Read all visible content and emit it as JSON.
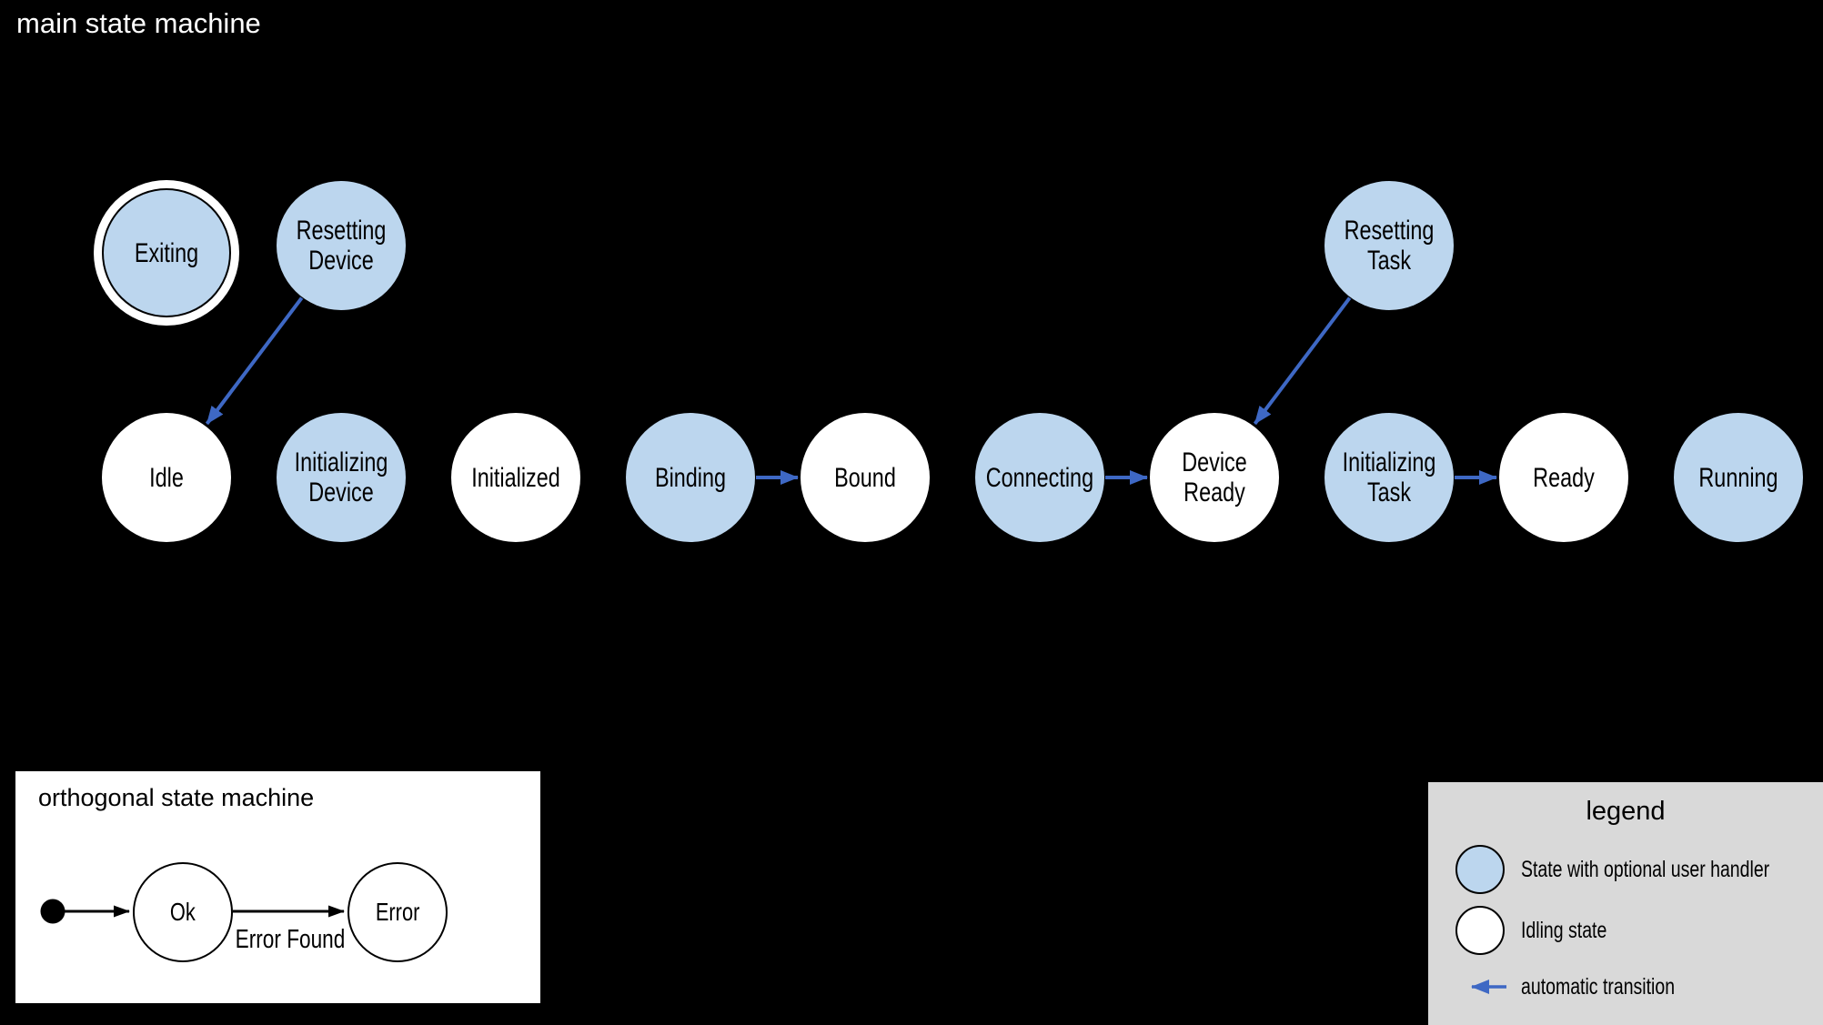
{
  "colors": {
    "background": "#000000",
    "panel_background": "#ffffff",
    "legend_background": "#d9d9d9",
    "handler_state_fill": "#bcd6ee",
    "idling_state_fill": "#ffffff",
    "transition_arrow": "#3e68c4",
    "outline": "#000000",
    "title_text": "#ffffff",
    "label_text": "#000000"
  },
  "main_machine": {
    "title": "main state machine",
    "states": [
      {
        "id": "exiting",
        "label": "Exiting",
        "kind": "handler",
        "final": true,
        "col": 0,
        "row": 0
      },
      {
        "id": "resetting-device",
        "label": "Resetting Device",
        "kind": "handler",
        "col": 1,
        "row": 0
      },
      {
        "id": "resetting-task",
        "label": "Resetting Task",
        "kind": "handler",
        "col": 7,
        "row": 0
      },
      {
        "id": "idle",
        "label": "Idle",
        "kind": "idling",
        "col": 0,
        "row": 1
      },
      {
        "id": "initializing-device",
        "label": "Initializing Device",
        "kind": "handler",
        "col": 1,
        "row": 1
      },
      {
        "id": "initialized",
        "label": "Initialized",
        "kind": "idling",
        "col": 2,
        "row": 1
      },
      {
        "id": "binding",
        "label": "Binding",
        "kind": "handler",
        "col": 3,
        "row": 1
      },
      {
        "id": "bound",
        "label": "Bound",
        "kind": "idling",
        "col": 4,
        "row": 1
      },
      {
        "id": "connecting",
        "label": "Connecting",
        "kind": "handler",
        "col": 5,
        "row": 1
      },
      {
        "id": "device-ready",
        "label": "Device Ready",
        "kind": "idling",
        "col": 6,
        "row": 1
      },
      {
        "id": "initializing-task",
        "label": "Initializing Task",
        "kind": "handler",
        "col": 7,
        "row": 1
      },
      {
        "id": "ready",
        "label": "Ready",
        "kind": "idling",
        "col": 8,
        "row": 1
      },
      {
        "id": "running",
        "label": "Running",
        "kind": "handler",
        "col": 9,
        "row": 1
      }
    ],
    "transitions": [
      {
        "from": "resetting-device",
        "to": "idle"
      },
      {
        "from": "resetting-task",
        "to": "device-ready"
      },
      {
        "from": "binding",
        "to": "bound"
      },
      {
        "from": "connecting",
        "to": "device-ready"
      },
      {
        "from": "initializing-task",
        "to": "ready"
      }
    ]
  },
  "orthogonal_machine": {
    "title": "orthogonal state machine",
    "states": [
      {
        "id": "ok",
        "label": "Ok"
      },
      {
        "id": "error",
        "label": "Error"
      }
    ],
    "transitions": [
      {
        "from": "initial",
        "to": "ok",
        "label": ""
      },
      {
        "from": "ok",
        "to": "error",
        "label": "Error Found"
      }
    ]
  },
  "legend": {
    "title": "legend",
    "items": [
      {
        "type": "handler-state",
        "label": "State with optional user handler"
      },
      {
        "type": "idling-state",
        "label": "Idling state"
      },
      {
        "type": "automatic-transition",
        "label": "automatic transition"
      }
    ]
  }
}
